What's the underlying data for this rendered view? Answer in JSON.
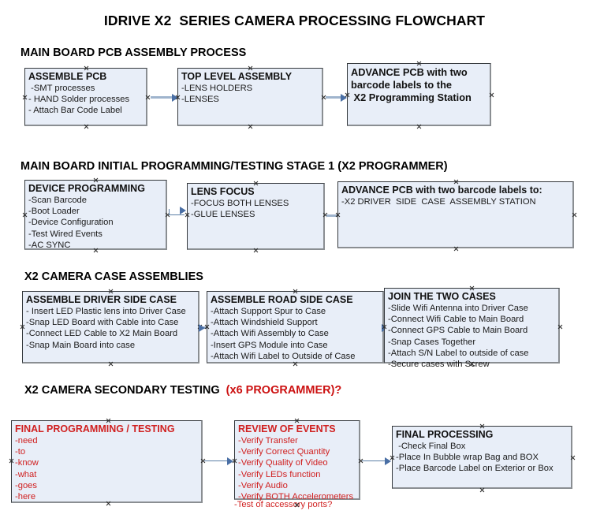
{
  "document": {
    "title": "IDRIVE X2  SERIES CAMERA PROCESSING FLOWCHART"
  },
  "sections": [
    {
      "id": "main-board-pcb-assembly",
      "heading": "MAIN BOARD PCB ASSEMBLY PROCESS",
      "heading_accent": "",
      "boxes": [
        {
          "id": "assemble-pcb",
          "title": "ASSEMBLE PCB",
          "lines": [
            " -SMT processes",
            "- HAND Solder processes",
            "- Attach Bar Code Label"
          ]
        },
        {
          "id": "top-level-assembly",
          "title": "TOP LEVEL ASSEMBLY",
          "lines": [
            "-LENS HOLDERS",
            "-LENSES"
          ]
        },
        {
          "id": "advance-pcb-x2-programming-station",
          "title": "ADVANCE PCB with two\nbarcode labels to the\n X2 Programming Station",
          "lines": []
        }
      ]
    },
    {
      "id": "main-board-initial-programming",
      "heading": "MAIN BOARD INITIAL PROGRAMMING/TESTING STAGE 1 (X2 PROGRAMMER)",
      "heading_accent": "",
      "boxes": [
        {
          "id": "device-programming",
          "title": "DEVICE PROGRAMMING",
          "lines": [
            "-Scan Barcode",
            "-Boot Loader",
            "-Device Configuration",
            "-Test Wired Events",
            "-AC SYNC"
          ]
        },
        {
          "id": "lens-focus",
          "title": "LENS FOCUS",
          "lines": [
            "-FOCUS BOTH LENSES",
            "-GLUE LENSES"
          ]
        },
        {
          "id": "advance-pcb-driver-side-case",
          "title": "ADVANCE PCB with two barcode labels to:",
          "lines": [
            "-X2 DRIVER  SIDE  CASE  ASSEMBLY STATION"
          ]
        }
      ]
    },
    {
      "id": "x2-camera-case-assemblies",
      "heading": "X2 CAMERA CASE ASSEMBLIES",
      "heading_accent": "",
      "boxes": [
        {
          "id": "assemble-driver-side-case",
          "title": "ASSEMBLE DRIVER SIDE CASE",
          "lines": [
            "- Insert LED Plastic lens into Driver Case",
            "-Snap LED Board with Cable into Case",
            "-Connect LED Cable to X2 Main Board",
            "-Snap Main Board into case"
          ]
        },
        {
          "id": "assemble-road-side-case",
          "title": "ASSEMBLE ROAD SIDE CASE",
          "lines": [
            "-Attach Support Spur to Case",
            "-Attach Windshield Support",
            "-Attach Wifi Assembly to Case",
            "-Insert GPS Module into Case",
            "-Attach Wifi Label to Outside of Case"
          ]
        },
        {
          "id": "join-the-two-cases",
          "title": "JOIN THE TWO CASES",
          "lines": [
            "-Slide Wifi Antenna into Driver Case",
            "-Connect Wifi Cable to Main Board",
            "-Connect GPS Cable to Main Board",
            "-Snap Cases Together",
            "-Attach S/N Label to outside of case",
            "-Secure cases with Screw"
          ]
        }
      ]
    },
    {
      "id": "x2-camera-secondary-testing",
      "heading": "X2 CAMERA SECONDARY TESTING  ",
      "heading_accent": "(x6 PROGRAMMER)?",
      "boxes": [
        {
          "id": "final-programming-testing",
          "title": "FINAL PROGRAMMING / TESTING",
          "lines": [
            "-need",
            "-to",
            "-know",
            "-what",
            "-goes",
            "-here"
          ]
        },
        {
          "id": "review-of-events",
          "title": "REVIEW OF EVENTS",
          "lines": [
            "-Verify Transfer",
            "-Verify Correct Quantity",
            "-Verify Quality of Video",
            "-Verify LEDs function",
            "-Verify Audio",
            "-Verify BOTH Accelerometers"
          ],
          "overflow_line": "-Test of accessory ports?"
        },
        {
          "id": "final-processing",
          "title": "FINAL PROCESSING",
          "lines": [
            " -Check Final Box",
            "-Place In Bubble wrap Bag and BOX",
            "-Place Barcode Label on Exterior or Box"
          ]
        }
      ]
    }
  ],
  "colors": {
    "box_fill": "#e8eef8",
    "box_border": "#33373b",
    "box_shadow_border": "#8a8e92",
    "accent_red": "#d02020",
    "connector": "#9fb4cd",
    "arrowhead": "#4a6fa5"
  }
}
